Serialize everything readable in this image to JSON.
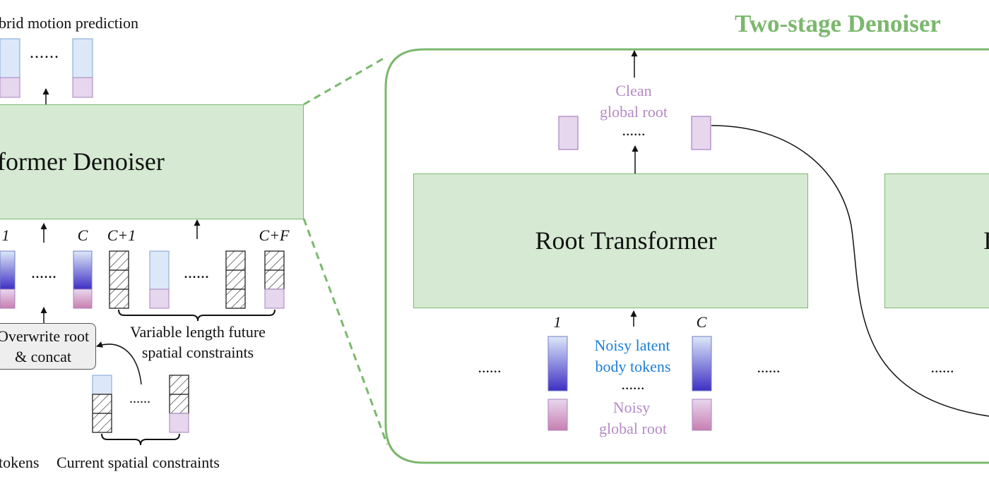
{
  "colors": {
    "green_fill": "#d6ead3",
    "green_border": "#7bb86d",
    "green_title": "#7bb86d",
    "body_token_top": "#dce8f8",
    "body_token_bottom": "#3f2fc4",
    "root_token_top": "#e8d8ee",
    "root_token_bottom": "#c87fb0",
    "purple_text": "#b48ac4",
    "blue_text": "#1a7fd6"
  },
  "left": {
    "top_label": "brid motion prediction",
    "top_dots": "......",
    "denoiser_label": "former Denoiser",
    "idx_1": "1",
    "idx_c": "C",
    "idx_c1": "C+1",
    "idx_cf": "C+F",
    "mid_dots_1": "......",
    "mid_dots_2": "......",
    "overwrite_line1": "Overwrite root",
    "overwrite_line2": "& concat",
    "future_line1": "Variable length future",
    "future_line2": "spatial constraints",
    "current_dots": "......",
    "tokens_label": "tokens",
    "current_label": "Current spatial constraints"
  },
  "right": {
    "title": "Two-stage Denoiser",
    "clean_line1": "Clean",
    "clean_line2": "global root",
    "clean_dots": "......",
    "root_transformer": "Root Transformer",
    "idx_1": "1",
    "idx_c": "C",
    "noisy_latent_line1": "Noisy latent",
    "noisy_latent_line2": "body tokens",
    "mid_dots": "......",
    "noisy_root_line1": "Noisy",
    "noisy_root_line2": "global root",
    "left_dots": "......",
    "right_dots": "......",
    "far_dots": "......",
    "partial_label": "I"
  }
}
